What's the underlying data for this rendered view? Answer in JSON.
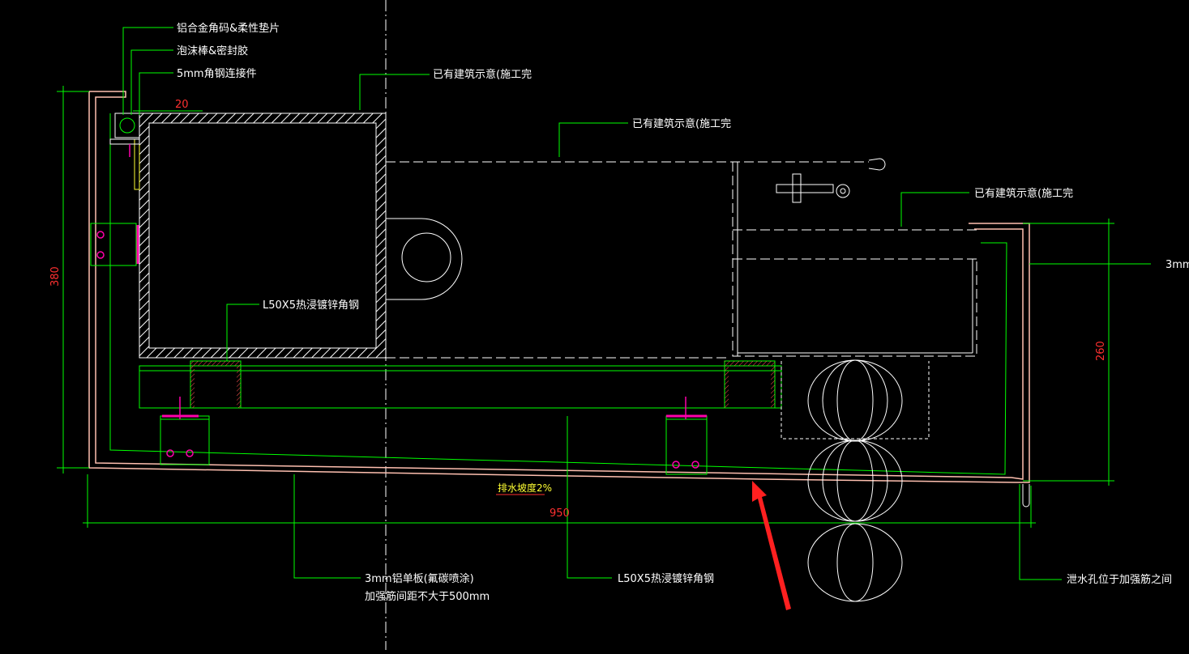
{
  "drawing": {
    "colors": {
      "background": "#000000",
      "leader": "#00ff00",
      "outline": "#ffffff",
      "profile": "#ffc0b0",
      "dimension_text": "#ff3030",
      "slope_text": "#ffff33",
      "arrow": "#ff2020",
      "bolt": "#ff00aa"
    },
    "labels": {
      "corner_bracket": "铝合金角码&柔性垫片",
      "foam_sealant": "泡沫棒&密封胶",
      "angle_connector": "5mm角钢连接件",
      "existing_building_1": "已有建筑示意(施工完",
      "existing_building_2": "已有建筑示意(施工完",
      "existing_building_3": "已有建筑示意(施工完",
      "angle_steel_top": "L50X5热浸镀锌角钢",
      "aluminum_panel_line1": "3mm铝单板(氟碳喷涂)",
      "aluminum_panel_line2": "加强筋间距不大于500mm",
      "angle_steel_bottom": "L50X5热浸镀锌角钢",
      "drain_hole": "泄水孔位于加强筋之间",
      "right_cut": "3mm",
      "slope": "排水坡度2%"
    },
    "dimensions": {
      "gap_20": "20",
      "height_380": "380",
      "height_260": "260",
      "width_950": "950"
    }
  }
}
